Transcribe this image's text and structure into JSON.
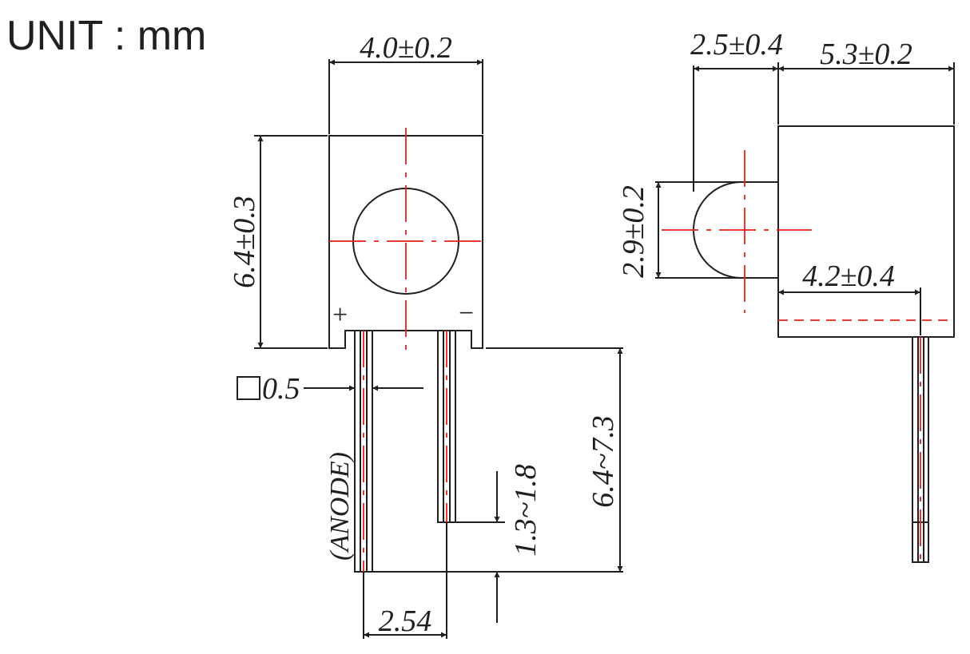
{
  "unit_label": "UNIT : mm",
  "dimensions": {
    "body_width": "4.0±0.2",
    "body_height": "6.4±0.3",
    "lead_square": "0.5",
    "lead_pitch": "2.54",
    "lead_length": "6.4~7.3",
    "lead_offset": "1.3~1.8",
    "lens_offset": "2.5±0.4",
    "body_depth": "5.3±0.2",
    "lens_diameter": "2.9±0.2",
    "lens_center_height": "4.2±0.4"
  },
  "polarity": {
    "plus": "+",
    "minus": "−",
    "anode_label": "(ANODE)"
  },
  "colors": {
    "line": "#231f20",
    "centerline": "#e2231a",
    "background": "#ffffff"
  }
}
